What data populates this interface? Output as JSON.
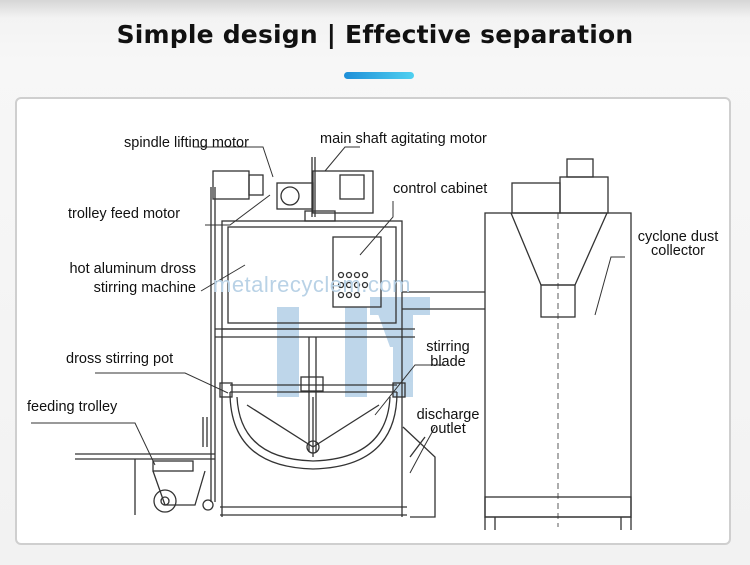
{
  "header": {
    "title": "Simple design | Effective separation",
    "accent_color_start": "#1e8fd8",
    "accent_color_end": "#4fd0f0"
  },
  "diagram": {
    "labels": {
      "spindle_lifting_motor": "spindle lifting motor",
      "main_shaft_agitating_motor": "main shaft agitating motor",
      "control_cabinet": "control cabinet",
      "trolley_feed_motor": "trolley feed motor",
      "cyclone_dust_collector_line1": "cyclone dust",
      "cyclone_dust_collector_line2": "collector",
      "hot_aluminum_dross_line1": "hot aluminum dross",
      "hot_aluminum_dross_line2": "stirring machine",
      "dross_stirring_pot": "dross stirring pot",
      "stirring_blade_line1": "stirring",
      "stirring_blade_line2": "blade",
      "feeding_trolley": "feeding trolley",
      "discharge_outlet_line1": "discharge",
      "discharge_outlet_line2": "outlet"
    },
    "watermark_text": "metalrecyclem.com",
    "line_color": "#333333",
    "watermark_color": "#a9c9e3"
  }
}
